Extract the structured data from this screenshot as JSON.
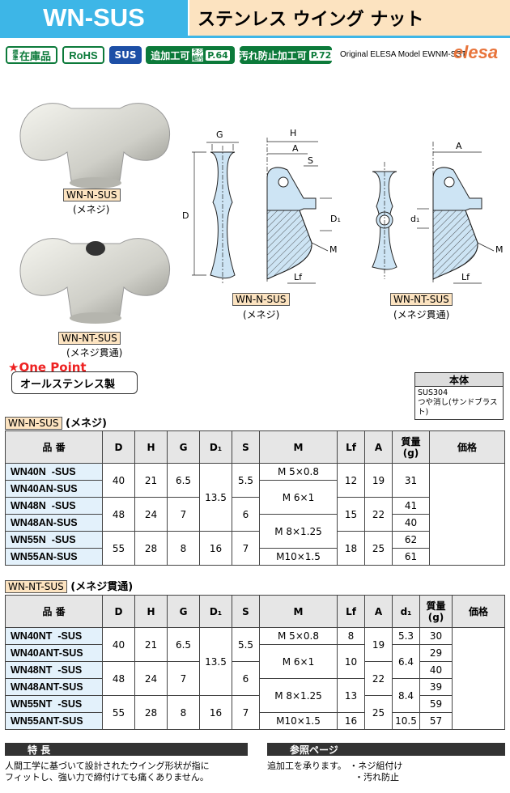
{
  "header": {
    "code": "WN-SUS",
    "title": "ステンレス ウイング ナット"
  },
  "badges": {
    "std": "標準",
    "stock": "在庫品",
    "rohs": "RoHS",
    "sus": "SUS",
    "tsuika": "追加工可",
    "neji": "ネジ組付",
    "p64": "P.64",
    "yogore": "汚れ防止加工可",
    "p72": "P.72"
  },
  "model": "Original ELESA Model EWNM-SST",
  "brand": "elesa",
  "photos": {
    "n_label": "WN-N-SUS",
    "n_sub": "(メネジ)",
    "nt_label": "WN-NT-SUS",
    "nt_sub": "(メネジ貫通)"
  },
  "drawing": {
    "g": "G",
    "h": "H",
    "a": "A",
    "s": "S",
    "d": "D",
    "d1": "D₁",
    "m": "M",
    "lf": "Lf",
    "sd1": "d₁",
    "n_label": "WN-N-SUS",
    "n_sub": "(メネジ)",
    "nt_label": "WN-NT-SUS",
    "nt_sub": "(メネジ貫通)"
  },
  "onepoint": {
    "title": "★One Point",
    "text": "オールステンレス製"
  },
  "body_material": {
    "title": "本体",
    "line1": "SUS304",
    "line2": "つや消し(サンドブラスト)"
  },
  "table1": {
    "label": "WN-N-SUS",
    "sub": "(メネジ)",
    "headers": [
      "品 番",
      "D",
      "H",
      "G",
      "D₁",
      "S",
      "M",
      "Lf",
      "A",
      "質量\n(g)",
      "価格"
    ],
    "rows": [
      {
        "pn": "WN40N  -SUS",
        "m": "M  5×0.8",
        "w": "31"
      },
      {
        "pn": "WN40AN-SUS",
        "m": "M  6×1",
        "w": ""
      },
      {
        "pn": "WN48N  -SUS",
        "m": "",
        "w": "41"
      },
      {
        "pn": "WN48AN-SUS",
        "m": "M  8×1.25",
        "w": "40"
      },
      {
        "pn": "WN55N  -SUS",
        "m": "",
        "w": "62"
      },
      {
        "pn": "WN55AN-SUS",
        "m": "M10×1.5",
        "w": "61"
      }
    ],
    "g1": {
      "d": "40",
      "h": "21",
      "g": "6.5",
      "s": "5.5",
      "lf": "12",
      "a": "19"
    },
    "g2": {
      "d": "48",
      "h": "24",
      "g": "7",
      "s": "6",
      "lf": "15",
      "a": "22"
    },
    "g3": {
      "d": "55",
      "h": "28",
      "g": "8",
      "d1": "16",
      "s": "7",
      "lf": "18",
      "a": "25"
    },
    "d1": "13.5"
  },
  "table2": {
    "label": "WN-NT-SUS",
    "sub": "(メネジ貫通)",
    "headers": [
      "品 番",
      "D",
      "H",
      "G",
      "D₁",
      "S",
      "M",
      "Lf",
      "A",
      "d₁",
      "質量\n(g)",
      "価格"
    ],
    "rows": [
      {
        "pn": "WN40NT  -SUS",
        "m": "M  5×0.8",
        "lf": "8",
        "d1": "5.3",
        "w": "30"
      },
      {
        "pn": "WN40ANT-SUS",
        "m": "M  6×1",
        "lf": "10",
        "d1": "6.4",
        "w": "29"
      },
      {
        "pn": "WN48NT  -SUS",
        "m": "",
        "lf": "",
        "d1": "",
        "w": "40"
      },
      {
        "pn": "WN48ANT-SUS",
        "m": "M  8×1.25",
        "lf": "13",
        "d1": "8.4",
        "w": "39"
      },
      {
        "pn": "WN55NT  -SUS",
        "m": "",
        "lf": "",
        "d1": "",
        "w": "59"
      },
      {
        "pn": "WN55ANT-SUS",
        "m": "M10×1.5",
        "lf": "16",
        "d1": "10.5",
        "w": "57"
      }
    ],
    "g1": {
      "d": "40",
      "h": "21",
      "g": "6.5",
      "s": "5.5",
      "a": "19"
    },
    "g2": {
      "d": "48",
      "h": "24",
      "g": "7",
      "s": "6",
      "a": "22"
    },
    "g3": {
      "d": "55",
      "h": "28",
      "g": "8",
      "D1": "16",
      "s": "7",
      "a": "25"
    },
    "D1": "13.5"
  },
  "features": {
    "title": "特 長",
    "text1": "人間工学に基づいて設計されたウイング形状が指に",
    "text2": "フィットし、強い力で締付けても痛くありません。"
  },
  "refs": {
    "title": "参照ページ",
    "text": "追加工を承ります。",
    "item1": "・ネジ組付け",
    "item2": "・汚れ防止"
  }
}
